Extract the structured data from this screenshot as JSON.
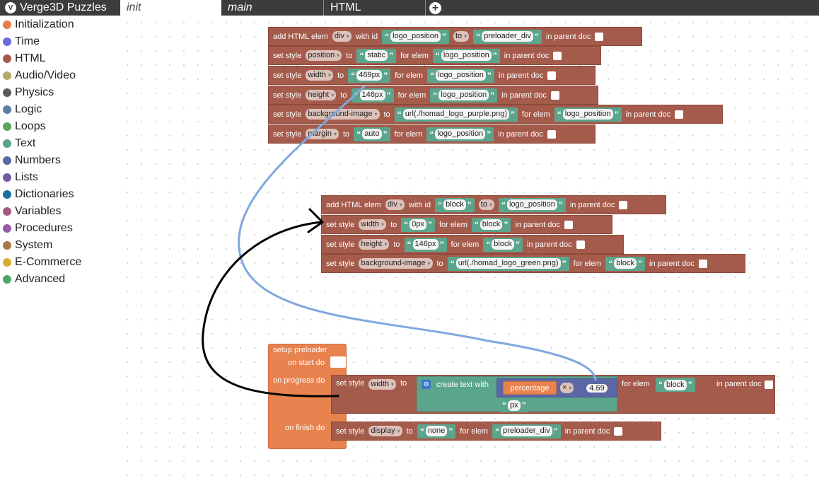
{
  "app": {
    "title": "Verge3D Puzzles"
  },
  "tabs": [
    {
      "label": "init"
    },
    {
      "label": "main"
    },
    {
      "label": "HTML"
    }
  ],
  "sidebar": {
    "items": [
      {
        "label": "Initialization",
        "color": "#e57d45"
      },
      {
        "label": "Time",
        "color": "#6b6be0"
      },
      {
        "label": "HTML",
        "color": "#a55b4b"
      },
      {
        "label": "Audio/Video",
        "color": "#b5a86a"
      },
      {
        "label": "Physics",
        "color": "#5a5a5a"
      },
      {
        "label": "Logic",
        "color": "#5b80a5"
      },
      {
        "label": "Loops",
        "color": "#5ba55b"
      },
      {
        "label": "Text",
        "color": "#5ba58c"
      },
      {
        "label": "Numbers",
        "color": "#5b67a5"
      },
      {
        "label": "Lists",
        "color": "#745ba5"
      },
      {
        "label": "Dictionaries",
        "color": "#1b6f9e"
      },
      {
        "label": "Variables",
        "color": "#a55b80"
      },
      {
        "label": "Procedures",
        "color": "#995ba5"
      },
      {
        "label": "System",
        "color": "#a57a4b"
      },
      {
        "label": "E-Commerce",
        "color": "#d7ad34"
      },
      {
        "label": "Advanced",
        "color": "#4ea56a"
      }
    ]
  },
  "k": {
    "add_html_elem": "add HTML elem",
    "with_id": "with id",
    "to": "to",
    "in_parent_doc": "in parent doc",
    "set_style": "set style",
    "for_elem": "for elem",
    "div": "div",
    "setup_preloader": "setup preloader",
    "on_start_do": "on start do",
    "on_progress_do": "on progress do",
    "on_finish_do": "on finish do",
    "create_text_with": "create text with",
    "percentage": "percentage",
    "times": "×"
  },
  "group1": {
    "g1_id": "logo_position",
    "g1_target": "preloader_div",
    "rows": [
      {
        "prop": "position",
        "value": "static",
        "elem": "logo_position"
      },
      {
        "prop": "width",
        "value": "469px",
        "elem": "logo_position"
      },
      {
        "prop": "height",
        "value": "146px",
        "elem": "logo_position"
      },
      {
        "prop": "background-image",
        "value": "url(./homad_logo_purple.png)",
        "elem": "logo_position"
      },
      {
        "prop": "margin",
        "value": "auto",
        "elem": "logo_position"
      }
    ]
  },
  "group2": {
    "g2_id": "block",
    "g2_target": "logo_position",
    "rows": [
      {
        "prop": "width",
        "value": "0px",
        "elem": "block"
      },
      {
        "prop": "height",
        "value": "146px",
        "elem": "block"
      },
      {
        "prop": "background-image",
        "value": "url(./homad_logo_green.png)",
        "elem": "block"
      }
    ]
  },
  "preloader": {
    "progress_prop": "width",
    "multiplier": "4.69",
    "suffix": "px",
    "progress_elem": "block",
    "finish_prop": "display",
    "finish_value": "none",
    "finish_elem": "preloader_div"
  }
}
